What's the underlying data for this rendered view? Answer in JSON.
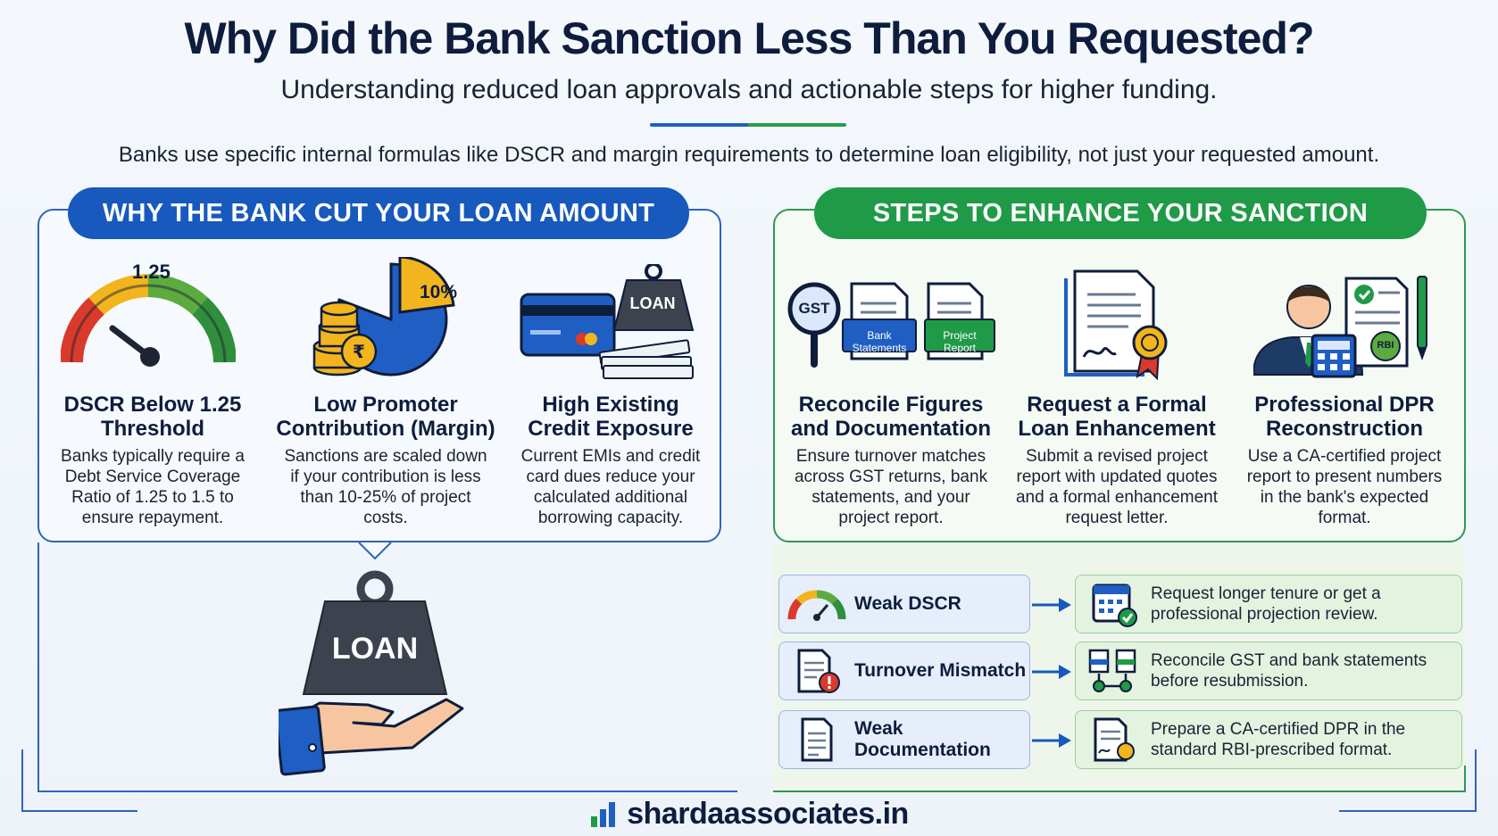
{
  "header": {
    "title": "Why Did the Bank Sanction Less Than You Requested?",
    "subtitle": "Understanding reduced loan approvals and actionable steps for higher funding.",
    "intro": "Banks use specific internal formulas like DSCR and margin requirements to determine loan eligibility, not just your requested amount."
  },
  "left_section": {
    "heading": "WHY THE BANK CUT YOUR LOAN AMOUNT",
    "cards": [
      {
        "icon": "gauge-icon",
        "gauge_label": "1.25",
        "title_line1": "DSCR Below 1.25",
        "title_line2": "Threshold",
        "desc_lines": [
          "Banks typically require a",
          "Debt Service Coverage",
          "Ratio of 1.25 to 1.5 to",
          "ensure repayment."
        ]
      },
      {
        "icon": "pie-chart-coins-icon",
        "pie_label": "10%",
        "title_line1": "Low Promoter",
        "title_line2": "Contribution (Margin)",
        "desc_lines": [
          "Sanctions are scaled down",
          "if your contribution is less",
          "than 10-25% of project",
          "costs."
        ]
      },
      {
        "icon": "credit-card-loan-weight-icon",
        "weight_label": "LOAN",
        "title_line1": "High Existing",
        "title_line2": "Credit Exposure",
        "desc_lines": [
          "Current EMIs and credit",
          "card dues reduce your",
          "calculated additional",
          "borrowing capacity."
        ]
      }
    ],
    "big_weight_label": "LOAN"
  },
  "right_section": {
    "heading": "STEPS TO ENHANCE YOUR SANCTION",
    "cards": [
      {
        "icon": "documents-magnifier-icon",
        "magnifier_label": "GST",
        "doc_label_1_line1": "Bank",
        "doc_label_1_line2": "Statements",
        "doc_label_2_line1": "Project",
        "doc_label_2_line2": "Report",
        "title_line1": "Reconcile Figures",
        "title_line2": "and Documentation",
        "desc_lines": [
          "Ensure turnover matches",
          "across GST returns, bank",
          "statements, and your",
          "project report."
        ]
      },
      {
        "icon": "signed-document-badge-icon",
        "title_line1": "Request a Formal",
        "title_line2": "Loan Enhancement",
        "desc_lines": [
          "Submit a revised project",
          "report with updated quotes",
          "and a formal enhancement",
          "request letter."
        ]
      },
      {
        "icon": "professional-report-icon",
        "stamp_label": "RBI",
        "title_line1": "Professional DPR",
        "title_line2": "Reconstruction",
        "desc_lines": [
          "Use a CA-certified project",
          "report to present numbers",
          "in the bank's expected",
          "format."
        ]
      }
    ],
    "problems": [
      {
        "icon": "gauge-icon",
        "label": "Weak DSCR",
        "solution_icon": "calendar-check-icon",
        "solution_line1": "Request longer tenure or get a",
        "solution_line2": "professional projection review."
      },
      {
        "icon": "document-alert-icon",
        "label": "Turnover Mismatch",
        "solution_icon": "documents-reconcile-icon",
        "solution_line1": "Reconcile GST and bank statements",
        "solution_line2": "before resubmission."
      },
      {
        "icon": "document-icon",
        "label": "Weak Documentation",
        "solution_icon": "certified-document-icon",
        "solution_line1": "Prepare a CA-certified DPR in the",
        "solution_line2": "standard RBI-prescribed format."
      }
    ]
  },
  "footer": {
    "brand": "shardaassociates.in",
    "brand_icon": "bar-chart-icon"
  },
  "colors": {
    "navy": "#0e1d3d",
    "blue": "#1759bd",
    "green": "#1f9a47",
    "gold": "#f2b51d",
    "red": "#d93a2b"
  }
}
